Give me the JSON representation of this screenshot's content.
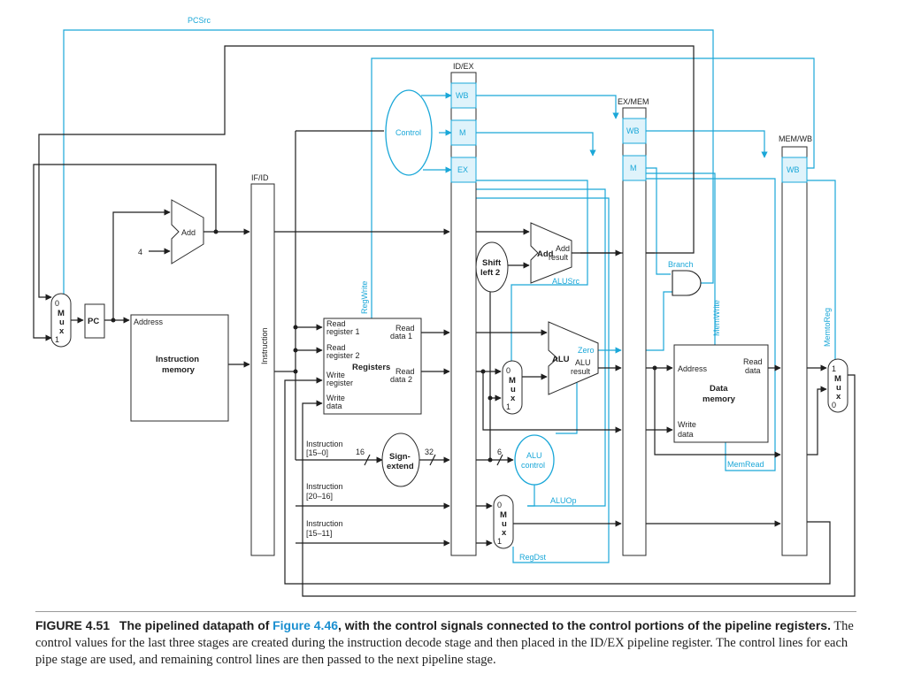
{
  "labels": {
    "pcsrc": "PCSrc",
    "idex": "ID/EX",
    "exmem": "EX/MEM",
    "memwb": "MEM/WB",
    "ifid": "IF/ID",
    "wb": "WB",
    "m": "M",
    "ex": "EX",
    "control": "Control",
    "add": "Add",
    "four": "4",
    "pc": "PC",
    "mux_word": "M u x",
    "zero": "0",
    "one": "1",
    "address": "Address",
    "instr_memory": "Instruction memory",
    "instruction": "Instruction",
    "regwrite": "RegWrite",
    "read_register_1": "Read register 1",
    "read_register_2": "Read register 2",
    "write_register": "Write register",
    "write_data": "Write data",
    "read_data_1": "Read data 1",
    "read_data_2": "Read data 2",
    "registers": "Registers",
    "shift_left_2": "Shift left 2",
    "add_result": "Add result",
    "alusrc": "ALUSrc",
    "alu": "ALU",
    "alu_result": "ALU result",
    "branch": "Branch",
    "memwrite": "MemWrite",
    "memtoreg": "MemtoReg",
    "read_data": "Read data",
    "data_memory": "Data memory",
    "memread": "MemRead",
    "instr_15_0": "Instruction [15–0]",
    "instr_20_16": "Instruction [20–16]",
    "instr_15_11": "Instruction [15–11]",
    "sixteen": "16",
    "thirtytwo": "32",
    "six": "6",
    "sign_extend": "Sign-extend",
    "alu_control": "ALU control",
    "aluop": "ALUOp",
    "regdst": "RegDst"
  },
  "caption": {
    "figure_number": "FIGURE 4.51",
    "title_a": "The pipelined datapath of",
    "figure_ref": "Figure 4.46",
    "title_b": ", with the control signals connected to the control portions of the pipeline registers.",
    "body": "The control values for the last three stages are created during the instruction decode stage and then placed in the ID/EX pipeline register. The control lines for each pipe stage are used, and remaining control lines are then passed to the next pipeline stage."
  },
  "colors": {
    "control_signal": "#1aa7d8",
    "datapath": "#1e1e1e",
    "figure_ref": "#1a8fd0"
  }
}
